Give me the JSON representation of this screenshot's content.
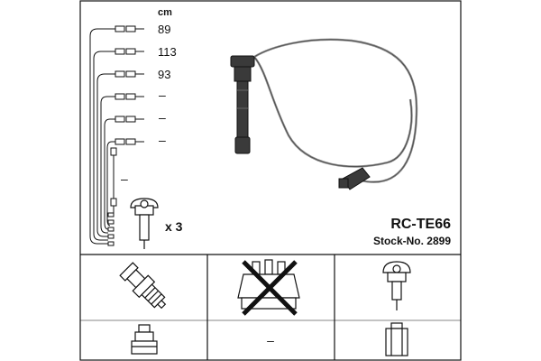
{
  "lengths": {
    "unit": "cm",
    "values": [
      "89",
      "113",
      "93",
      "–",
      "–",
      "–"
    ],
    "small_lead": "–"
  },
  "multiplier": "x 3",
  "product": {
    "model": "RC-TE66",
    "stock_label": "Stock-No. 2899"
  },
  "applicability": {
    "rotor_cap": "–"
  },
  "icons": {
    "spark_plug": "spark-plug-icon",
    "distributor_cap_crossed": "distributor-cap-crossed-icon",
    "coil_boot": "coil-boot-icon",
    "plug_connector": "plug-connector-icon",
    "coil_connector": "coil-connector-icon",
    "ignition_coil": "ignition-coil-icon"
  },
  "colors": {
    "ink": "#111111",
    "cable_gray": "#7a7a7a"
  }
}
